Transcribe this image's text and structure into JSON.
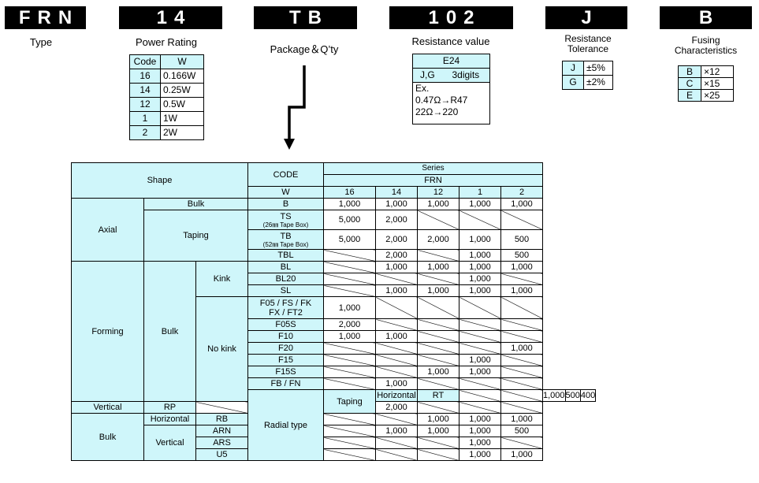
{
  "codes": {
    "type": "FRN",
    "power": "14",
    "package": "TB",
    "resistance": "102",
    "tolerance": "J",
    "fusing": "B"
  },
  "labels": {
    "type": "Type",
    "power": "Power Rating",
    "package": "Package＆Q’ty",
    "resistance": "Resistance value",
    "tolerance_1": "Resistance",
    "tolerance_2": "Tolerance",
    "fusing_1": "Fusing",
    "fusing_2": "Characteristics"
  },
  "power_table": {
    "h_code": "Code",
    "h_w": "W",
    "rows": [
      [
        "16",
        "0.166W"
      ],
      [
        "14",
        "0.25W"
      ],
      [
        "12",
        "0.5W"
      ],
      [
        "1",
        "1W"
      ],
      [
        "2",
        "2W"
      ]
    ]
  },
  "resistance_table": {
    "series": "E24",
    "jg": "J,G",
    "digits": "3digits",
    "ex1": "Ex.",
    "ex2": "0.47Ω→R47",
    "ex3": "22Ω→220"
  },
  "tolerance_table": [
    [
      "J",
      "±5%"
    ],
    [
      "G",
      "±2%"
    ]
  ],
  "fusing_table": [
    [
      "B",
      "×12"
    ],
    [
      "C",
      "×15"
    ],
    [
      "E",
      "×25"
    ]
  ],
  "main": {
    "shape": "Shape",
    "code": "CODE",
    "series": "Series",
    "frn": "FRN",
    "w": "W",
    "wattages": [
      "16",
      "14",
      "12",
      "1",
      "2"
    ],
    "axial": "Axial",
    "bulk": "Bulk",
    "taping": "Taping",
    "forming": "Forming",
    "kink": "Kink",
    "no_kink": "No kink",
    "radial": "Radial type",
    "horizontal": "Horizontal",
    "vertical": "Vertical",
    "codes": {
      "B": "B",
      "TS": "TS",
      "TS_note": "(26㎜ Tape Box)",
      "TB": "TB",
      "TB_note": "(52㎜ Tape Box)",
      "TBL": "TBL",
      "BL": "BL",
      "BL20": "BL20",
      "SL": "SL",
      "F05": "F05 / FS / FK",
      "F05b": "FX / FT2",
      "F05S": "F05S",
      "F10": "F10",
      "F20": "F20",
      "F15": "F15",
      "F15S": "F15S",
      "FB": "FB / FN",
      "RT": "RT",
      "RP": "RP",
      "RB": "RB",
      "ARN": "ARN",
      "ARS": "ARS",
      "U5": "U5"
    },
    "v1000": "1,000",
    "v2000": "2,000",
    "v5000": "5,000",
    "v500": "500",
    "v400": "400"
  }
}
